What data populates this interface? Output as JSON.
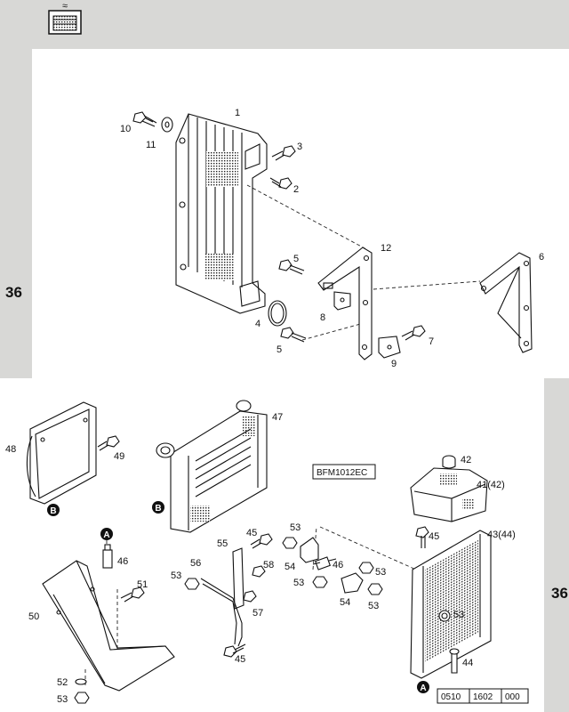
{
  "section_number_left": "36",
  "section_number_right": "36",
  "engine_designation": "BFM1012EC",
  "drawing_number": [
    "0510",
    "1602",
    "000"
  ],
  "callouts": {
    "c1": "1",
    "c2": "2",
    "c3": "3",
    "c4": "4",
    "c5a": "5",
    "c5b": "5",
    "c6": "6",
    "c7": "7",
    "c8": "8",
    "c9": "9",
    "c10": "10",
    "c11": "11",
    "c12": "12",
    "c41": "41(42)",
    "c42": "42",
    "c43": "43(44)",
    "c44": "44",
    "c45a": "45",
    "c45b": "45",
    "c45c": "45",
    "c46a": "46",
    "c46b": "46",
    "c47": "47",
    "c48": "48",
    "c49": "49",
    "c50": "50",
    "c51": "51",
    "c52": "52",
    "c53a": "53",
    "c53b": "53",
    "c53c": "53",
    "c53d": "53",
    "c53e": "53",
    "c53f": "53",
    "c53g": "53",
    "c54a": "54",
    "c54b": "54",
    "c55": "55",
    "c56": "56",
    "c57": "57",
    "c58": "58"
  },
  "connection_markers": {
    "a1": "A",
    "a2": "A",
    "b1": "B",
    "b2": "B"
  },
  "icons": {
    "top_left": "radiator-cooling-icon"
  }
}
